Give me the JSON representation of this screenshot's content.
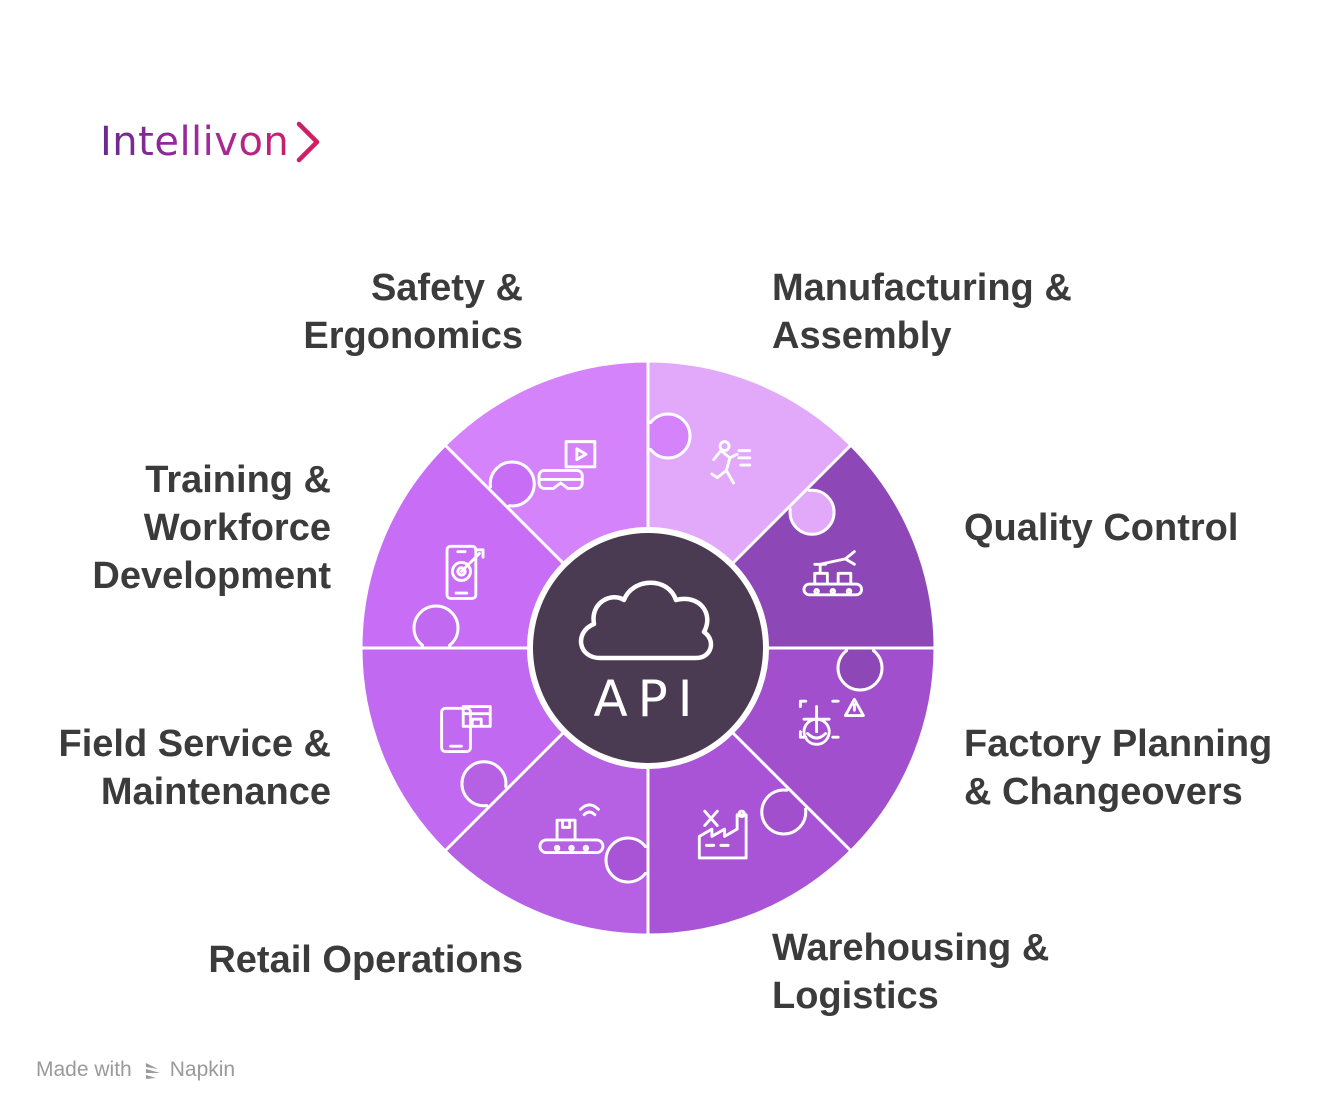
{
  "brand": {
    "name": "Intellivon"
  },
  "center": {
    "label": "API",
    "icon": "cloud-icon"
  },
  "segments": [
    {
      "id": "safety",
      "lines": [
        "Safety &",
        "Ergonomics"
      ],
      "icon": "person-running-icon",
      "color": "#e2a8fa"
    },
    {
      "id": "manufacturing",
      "lines": [
        "Manufacturing &",
        "Assembly"
      ],
      "icon": "robot-arm-assembly-icon",
      "color": "#8d47b7"
    },
    {
      "id": "quality",
      "lines": [
        "Quality Control"
      ],
      "icon": "inspection-warning-icon",
      "color": "#a24fcd"
    },
    {
      "id": "factory",
      "lines": [
        "Factory Planning",
        "& Changeovers"
      ],
      "icon": "factory-icon",
      "color": "#a954d6"
    },
    {
      "id": "warehouse",
      "lines": [
        "Warehousing &",
        "Logistics"
      ],
      "icon": "conveyor-package-icon",
      "color": "#b660e3"
    },
    {
      "id": "retail",
      "lines": [
        "Retail Operations"
      ],
      "icon": "mobile-store-icon",
      "color": "#c169f0"
    },
    {
      "id": "field",
      "lines": [
        "Field Service &",
        "Maintenance"
      ],
      "icon": "mobile-target-icon",
      "color": "#c86ef6"
    },
    {
      "id": "training",
      "lines": [
        "Training &",
        "Workforce",
        "Development"
      ],
      "icon": "vr-headset-video-icon",
      "color": "#d583fa"
    }
  ],
  "colors": {
    "center": "#4a3b52",
    "label_text": "#3b3b3b",
    "icon_stroke": "#ffffff"
  },
  "footer": {
    "made_with": "Made with",
    "tool": "Napkin"
  }
}
